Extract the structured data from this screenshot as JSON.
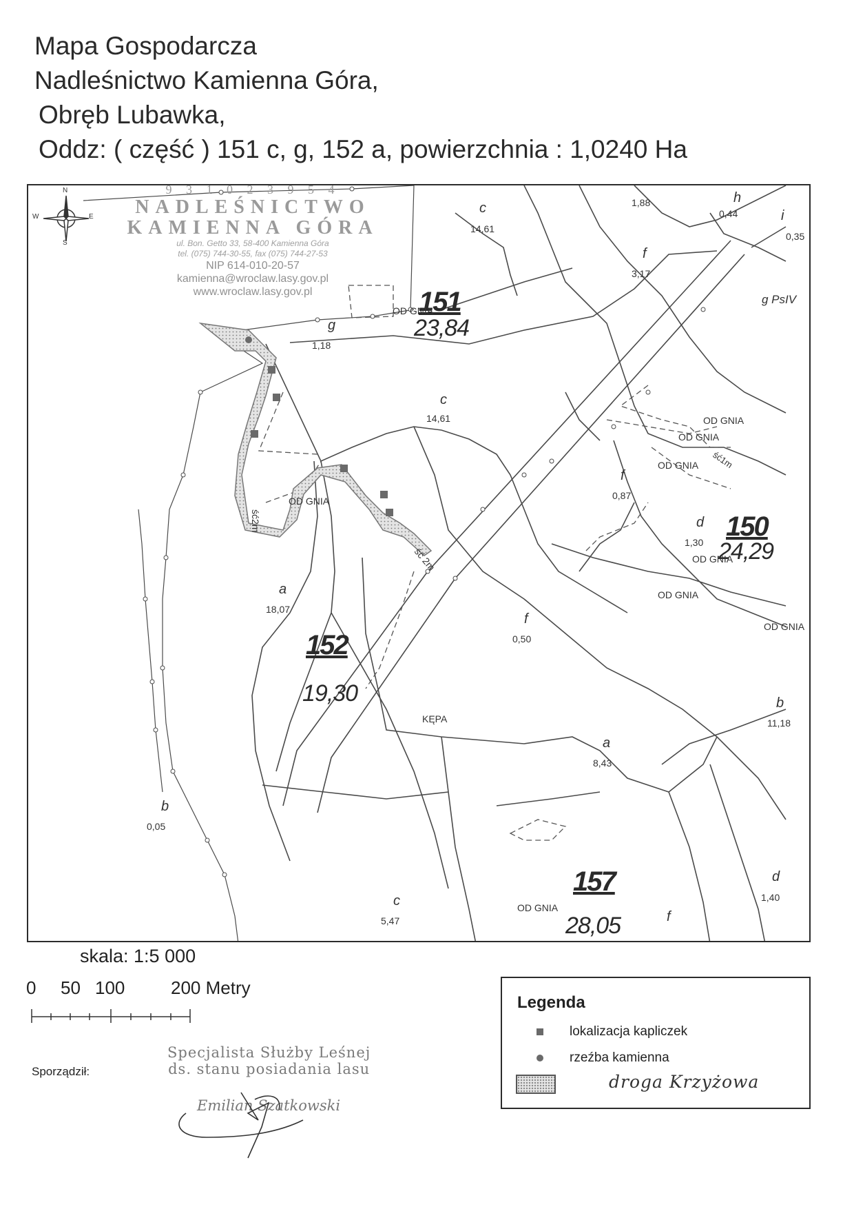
{
  "title": {
    "line1": "Mapa Gospodarcza",
    "line2": "Nadleśnictwo Kamienna Góra,",
    "line3": "Obręb Lubawka,",
    "line4": "Oddz: ( część ) 151 c, g,  152 a, powierzchnia :  1,0240 Ha"
  },
  "compass": {
    "n": "N",
    "s": "S",
    "e": "E",
    "w": "W"
  },
  "stamp": {
    "code": "9 3 1 0 2 3 9 5 4",
    "name1": "NADLEŚNICTWO",
    "name2": "KAMIENNA GÓRA",
    "address": "ul. Bon. Getto 33, 58-400 Kamienna Góra",
    "phone": "tel. (075) 744-30-55, fax (075) 744-27-53",
    "nip": "NIP 614-010-20-57",
    "email": "kamienna@wroclaw.lasy.gov.pl",
    "web": "www.wroclaw.lasy.gov.pl"
  },
  "map": {
    "blocks": [
      {
        "number": "151",
        "area": "23,84"
      },
      {
        "number": "150",
        "area": "24,29"
      },
      {
        "number": "152",
        "area": "19,30"
      },
      {
        "number": "157",
        "area": "28,05"
      }
    ],
    "subdivisions": [
      {
        "letter": "c",
        "area": "14,61"
      },
      {
        "letter": "",
        "area": "1,88"
      },
      {
        "letter": "h",
        "area": "0,44"
      },
      {
        "letter": "i",
        "area": "0,35"
      },
      {
        "letter": "f",
        "area": "3,17"
      },
      {
        "letter": "g",
        "area": "1,18"
      },
      {
        "letter": "c",
        "area": "14,61"
      },
      {
        "letter": "f",
        "area": "0,87"
      },
      {
        "letter": "d",
        "area": "1,30"
      },
      {
        "letter": "a",
        "area": "18,07"
      },
      {
        "letter": "f",
        "area": "0,50"
      },
      {
        "letter": "b",
        "area": "11,18"
      },
      {
        "letter": "a",
        "area": "8,43"
      },
      {
        "letter": "b",
        "area": "0,05"
      },
      {
        "letter": "d",
        "area": "1,40"
      },
      {
        "letter": "c",
        "area": "5,47"
      },
      {
        "letter": "f",
        "area": ""
      }
    ],
    "other_labels": {
      "od_gnia": "OD GNIA",
      "gpslv": "g PsIV",
      "sc2m_a": "ść2m",
      "sc2m_b": "ść 2m",
      "sc1m": "ść1m",
      "kepa": "KĘPA"
    }
  },
  "scale": {
    "label": "skala: 1:5 000",
    "ticks": [
      "0",
      "50",
      "100",
      "200 Metry"
    ]
  },
  "legend": {
    "title": "Legenda",
    "items": [
      {
        "symbol": "square",
        "label": "lokalizacja kapliczek"
      },
      {
        "symbol": "dot",
        "label": "rzeźba kamienna"
      },
      {
        "symbol": "dotted-fill",
        "label": "droga Krzyżowa"
      }
    ]
  },
  "footer": {
    "prepared_label": "Sporządził:",
    "stamp_line1": "Specjalista Służby Leśnej",
    "stamp_line2": "ds. stanu posiadania lasu",
    "stamp_name": "Emilian Szatkowski"
  },
  "colors": {
    "line": "#4a4a4a",
    "dash": "#555555",
    "road_fill": "#dcdcdc",
    "marker": "#6a6a6a",
    "stamp": "#9a9a9a"
  }
}
